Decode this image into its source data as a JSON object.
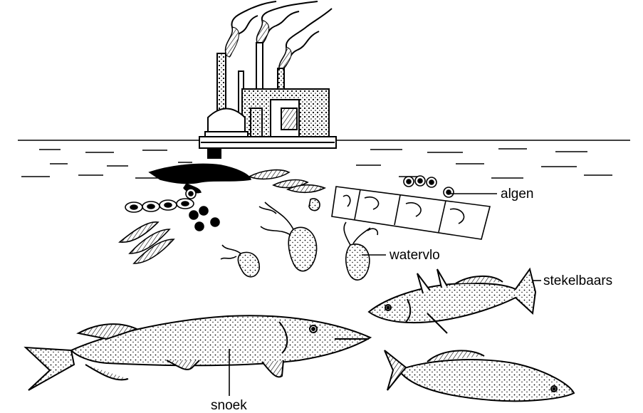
{
  "labels": {
    "algen": "algen",
    "watervlo": "watervlo",
    "stekelbaars": "stekelbaars",
    "snoek": "snoek"
  },
  "colors": {
    "ink": "#000000",
    "paper": "#ffffff"
  }
}
